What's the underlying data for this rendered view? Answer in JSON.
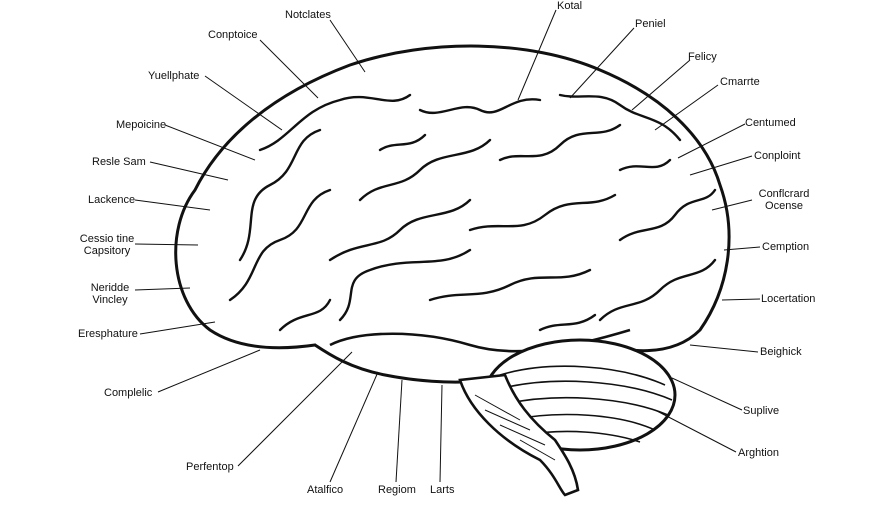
{
  "labels": {
    "top": [
      "Notclates",
      "Kotal",
      "Peniel"
    ],
    "left": [
      "Conptoice",
      "Yuellphate",
      "Mepoicine",
      "Resle Sam",
      "Lackence",
      "Cessio tine",
      "Capsitory",
      "Neridde",
      "Vincley",
      "Eresphature",
      "Complelic"
    ],
    "right": [
      "Felicy",
      "Cmarrte",
      "Centumed",
      "Conploint",
      "Conflcrard",
      "Ocense",
      "Cemption",
      "Locertation",
      "Beighick",
      "Suplive",
      "Arghtion"
    ],
    "bottom": [
      "Perfentop",
      "Atalfico",
      "Regiom",
      "Larts"
    ]
  },
  "colors": {
    "ink": "#111111",
    "paper": "#ffffff",
    "shade": "#cfcfcf"
  }
}
